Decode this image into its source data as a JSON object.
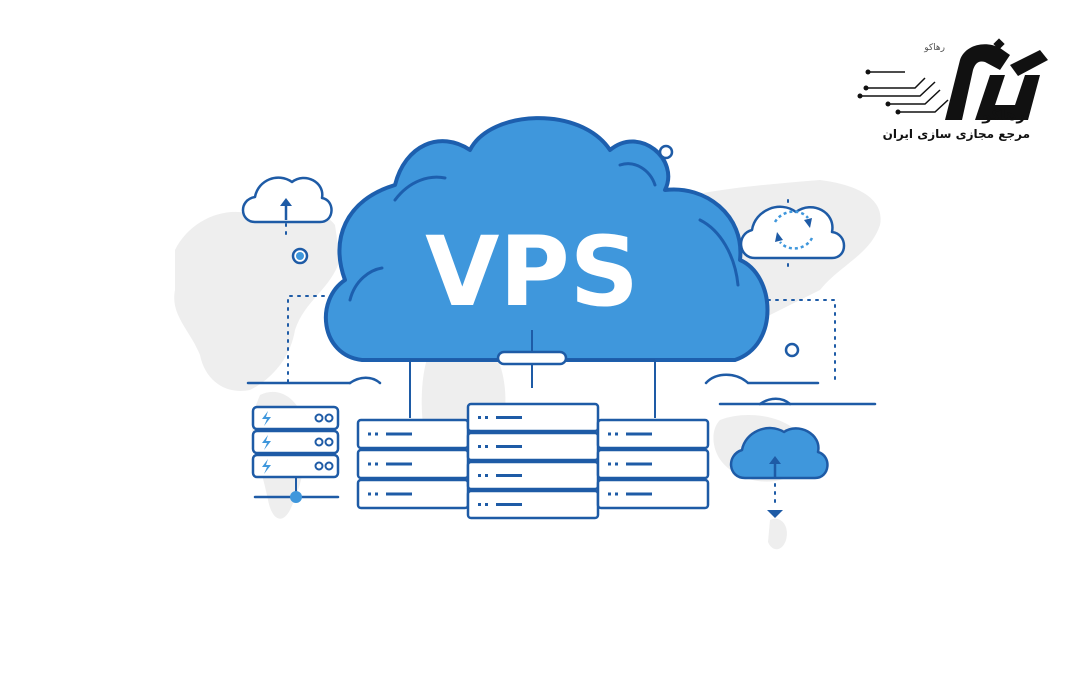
{
  "hero": {
    "label": "VPS"
  },
  "logo": {
    "name": "رهاکو",
    "tagline": "مرجع مجازی سازی ایران",
    "script_mark": "رهاکو"
  },
  "colors": {
    "cloud_fill": "#3f97dc",
    "cloud_stroke": "#1d5fae",
    "line": "#1e5ba6",
    "map": "#ededed",
    "logo_black": "#111111"
  },
  "icons": [
    "cloud-upload-icon",
    "cloud-sync-icon",
    "cloud-download-icon",
    "server-rack-icon",
    "power-bolt-icon",
    "world-map-icon"
  ]
}
